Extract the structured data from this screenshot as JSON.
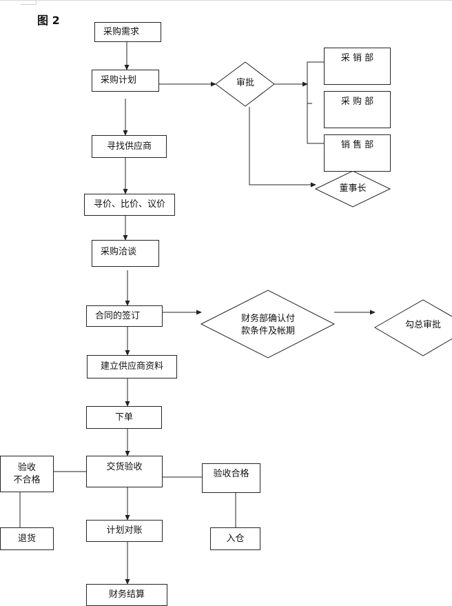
{
  "figure_label": "图 2",
  "nodes": {
    "purchase_demand": "采购需求",
    "purchase_plan": "采购计划",
    "approval": "审批",
    "procurement_sales_dept": "采 销 部",
    "purchasing_dept": "采 购 部",
    "sales_dept": "销 售 部",
    "chairman": "董事长",
    "find_supplier": "寻找供应商",
    "inquiry": "寻价、比价、议价",
    "negotiation": "采购洽谈",
    "contract_signing": "合同的签订",
    "finance_confirm": "财务部确认付\n款条件及帐期",
    "final_approval": "勾总审批",
    "supplier_records": "建立供应商资料",
    "place_order": "下单",
    "delivery_inspection": "交货验收",
    "inspection_failed": "验收\n不合格",
    "return_goods": "退货",
    "inspection_passed": "验收合格",
    "warehousing": "入仓",
    "plan_reconciliation": "计划对账",
    "financial_settlement": "财务结算"
  }
}
